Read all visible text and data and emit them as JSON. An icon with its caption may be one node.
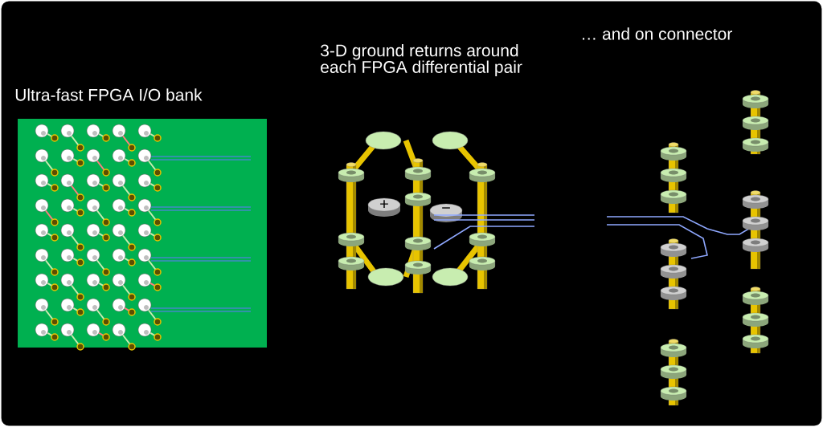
{
  "diagram": {
    "labels": [
      "Ultra-fast FPGA I/O bank",
      "3-D ground returns around each FPGA differential pair",
      "… and on connector",
      "+",
      "−"
    ]
  }
}
